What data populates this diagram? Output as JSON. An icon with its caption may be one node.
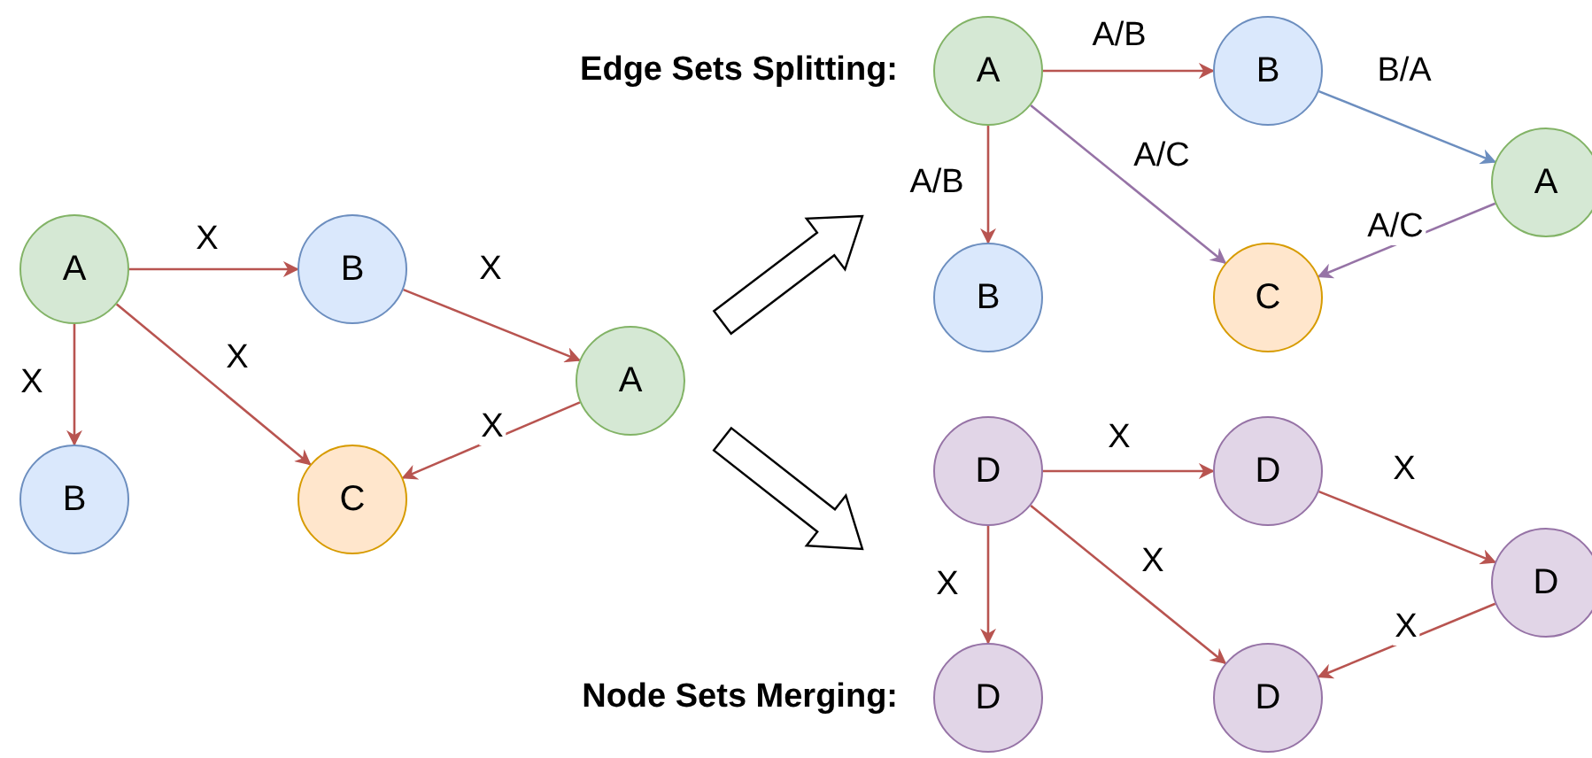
{
  "diagram": {
    "nodes": [
      {
        "text": [
          "A"
        ]
      },
      {
        "text": [
          "B"
        ]
      },
      {
        "text": [
          "A"
        ]
      },
      {
        "text": [
          "B"
        ]
      },
      {
        "text": [
          "C"
        ]
      },
      {
        "text": [
          "A"
        ]
      },
      {
        "text": [
          "B"
        ]
      },
      {
        "text": [
          "A"
        ]
      },
      {
        "text": [
          "B"
        ]
      },
      {
        "text": [
          "C"
        ]
      },
      {
        "text": [
          "D"
        ]
      },
      {
        "text": [
          "D"
        ]
      },
      {
        "text": [
          "D"
        ]
      },
      {
        "text": [
          "D"
        ]
      },
      {
        "text": [
          "D"
        ]
      }
    ],
    "edges": [
      {
        "from": 0,
        "to": 1,
        "arrow": "to",
        "label": "X"
      },
      {
        "from": 1,
        "to": 2,
        "arrow": "to",
        "label": "X"
      },
      {
        "from": 0,
        "to": 3,
        "arrow": "to",
        "label": "X"
      },
      {
        "from": 0,
        "to": 4,
        "arrow": "to",
        "label": "X"
      },
      {
        "from": 2,
        "to": 4,
        "arrow": "to",
        "label": "X"
      },
      {
        "from": 5,
        "to": 6,
        "arrow": "to",
        "label": "A/B"
      },
      {
        "from": 6,
        "to": 7,
        "arrow": "to",
        "label": "B/A",
        "color": "#6c8ebf"
      },
      {
        "from": 5,
        "to": 8,
        "arrow": "to",
        "label": "A/B"
      },
      {
        "from": 5,
        "to": 9,
        "arrow": "to",
        "label": "A/C",
        "color": "#9673a6"
      },
      {
        "from": 7,
        "to": 9,
        "arrow": "to",
        "label": "A/C",
        "color": "#9673a6"
      },
      {
        "from": 10,
        "to": 11,
        "arrow": "to",
        "label": "X"
      },
      {
        "from": 11,
        "to": 12,
        "arrow": "to",
        "label": "X"
      },
      {
        "from": 10,
        "to": 13,
        "arrow": "to",
        "label": "X"
      },
      {
        "from": 10,
        "to": 14,
        "arrow": "to",
        "label": "X"
      },
      {
        "from": 12,
        "to": 14,
        "arrow": "to",
        "label": "X"
      }
    ],
    "labels": [
      "Edge Sets Splitting:",
      "Node Sets Merging:"
    ]
  }
}
